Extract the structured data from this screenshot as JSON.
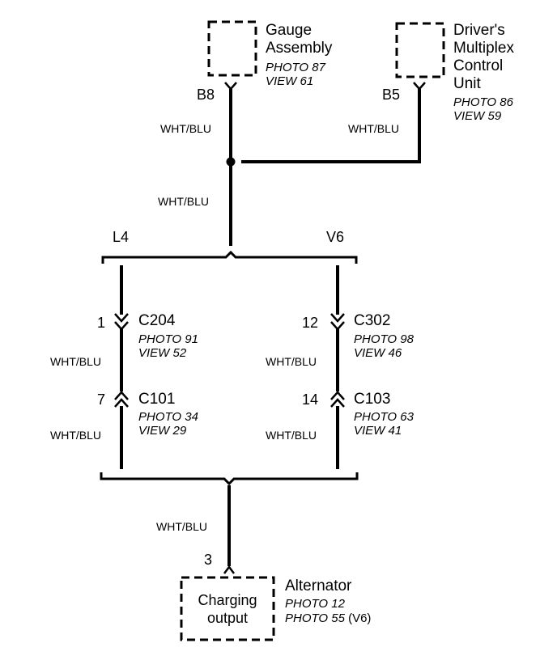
{
  "gauge": {
    "name_line1": "Gauge",
    "name_line2": "Assembly",
    "photo": "PHOTO 87",
    "view": "VIEW 61",
    "pin": "B8"
  },
  "dmcu": {
    "name_line1": "Driver's",
    "name_line2": "Multiplex",
    "name_line3": "Control",
    "name_line4": "Unit",
    "photo": "PHOTO 86",
    "view": "VIEW 59",
    "pin": "B5"
  },
  "wire_label": "WHT/BLU",
  "branches": {
    "left": "L4",
    "right": "V6"
  },
  "l4": {
    "c204": {
      "pin": "1",
      "name": "C204",
      "photo": "PHOTO 91",
      "view": "VIEW 52"
    },
    "c101": {
      "pin": "7",
      "name": "C101",
      "photo": "PHOTO 34",
      "view": "VIEW 29"
    }
  },
  "v6": {
    "c302": {
      "pin": "12",
      "name": "C302",
      "photo": "PHOTO 98",
      "view": "VIEW 46"
    },
    "c103": {
      "pin": "14",
      "name": "C103",
      "photo": "PHOTO 63",
      "view": "VIEW 41"
    }
  },
  "alternator": {
    "name": "Alternator",
    "photo1": "PHOTO 12",
    "photo2": "PHOTO 55",
    "photo2_note": "(V6)",
    "pin": "3",
    "box_line1": "Charging",
    "box_line2": "output"
  }
}
